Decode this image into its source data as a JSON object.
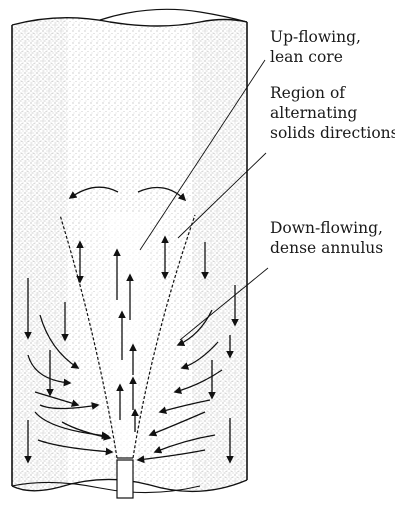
{
  "labels": {
    "lean_core": [
      "Up-flowing,",
      "lean core"
    ],
    "alternating": [
      "Region of",
      "alternating",
      "solids directions"
    ],
    "dense_annulus": [
      "Down-flowing,",
      "dense annulus"
    ]
  }
}
